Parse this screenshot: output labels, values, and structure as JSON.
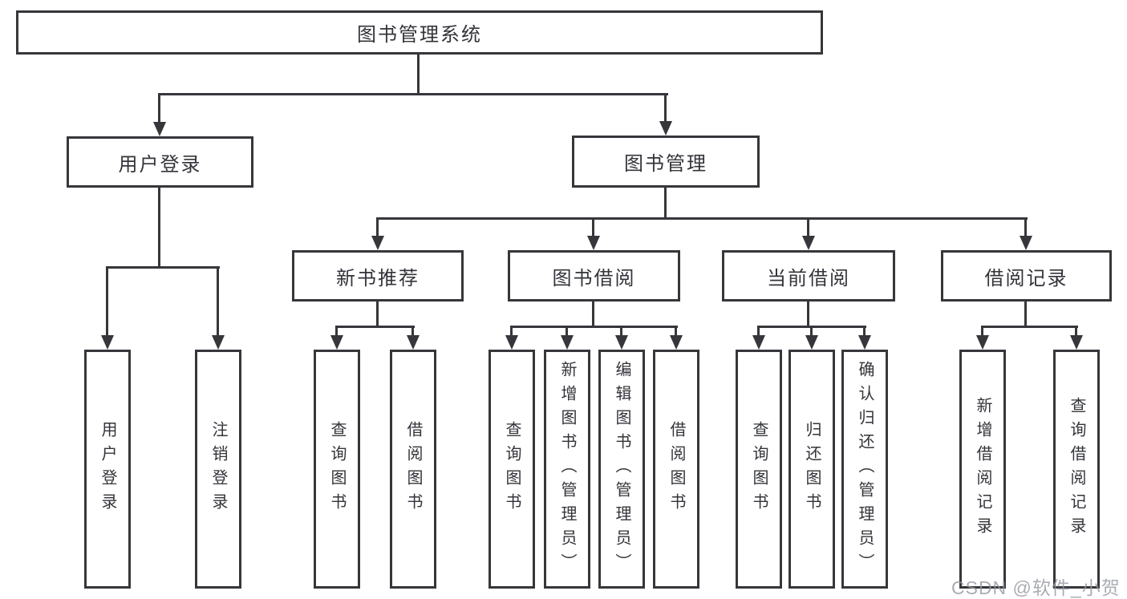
{
  "diagram_title": "图书管理系统",
  "colors": {
    "line": "#36363b",
    "box_border": "#36363b",
    "box_fill": "#ffffff",
    "text": "#33343a",
    "background": "#ffffff",
    "watermark": "#9497a0"
  },
  "nodes": {
    "root": {
      "label": "图书管理系统"
    },
    "branches": [
      {
        "label": "用户登录",
        "children": [
          {
            "label": "用户登录"
          },
          {
            "label": "注销登录"
          }
        ]
      },
      {
        "label": "图书管理",
        "children": [
          {
            "label": "新书推荐",
            "children": [
              {
                "label": "查询图书"
              },
              {
                "label": "借阅图书"
              }
            ]
          },
          {
            "label": "图书借阅",
            "children": [
              {
                "label": "查询图书"
              },
              {
                "label": "新增图书（管理员）"
              },
              {
                "label": "编辑图书（管理员）"
              },
              {
                "label": "借阅图书"
              }
            ]
          },
          {
            "label": "当前借阅",
            "children": [
              {
                "label": "查询图书"
              },
              {
                "label": "归还图书"
              },
              {
                "label": "确认归还（管理员）"
              }
            ]
          },
          {
            "label": "借阅记录",
            "children": [
              {
                "label": "新增借阅记录"
              },
              {
                "label": "查询借阅记录"
              }
            ]
          }
        ]
      }
    ]
  },
  "watermark": {
    "text": "CSDN @软件_小贺同学"
  }
}
